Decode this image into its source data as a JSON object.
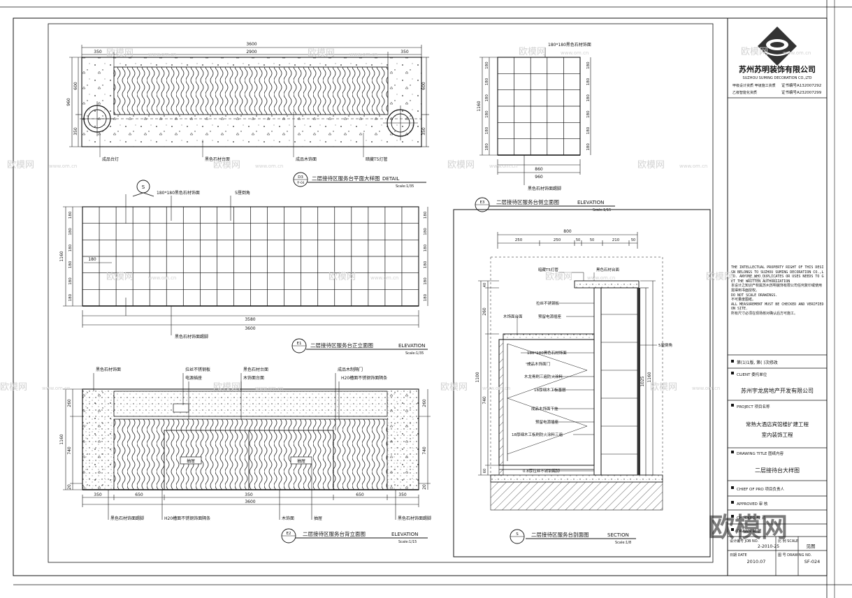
{
  "plan": {
    "title": "二层接待区服务台平面大样图",
    "title_en": "DETAIL",
    "scale": "Scale:1/35",
    "badge_top": "D3",
    "badge_bottom": "手-04",
    "dims_top": [
      "350",
      "2900",
      "350"
    ],
    "dim_total": "3600",
    "dims_left": [
      "600",
      "350"
    ],
    "dim_left_total": "960",
    "dims_right": [
      "600",
      "350"
    ],
    "labels": [
      "成品台灯",
      "黑色石材台面",
      "成品木饰面",
      "暗藏T5灯管"
    ]
  },
  "side": {
    "title": "二层接待区服务台侧立面图",
    "title_en": "ELEVATION",
    "scale": "Scale:1/15",
    "badge_top": "E3",
    "top_label": "180*180黑色石材饰面",
    "dims_left": [
      "180",
      "180",
      "180",
      "180",
      "180",
      "180"
    ],
    "dim_left_total": "1160",
    "dims_bottom": [
      "860",
      "960"
    ],
    "bottom_label": "黑色石材饰面踢脚"
  },
  "front": {
    "title": "二层接待区服务台正立面图",
    "title_en": "ELEVATION",
    "scale": "Scale:1/35",
    "badge_top": "E1",
    "marker": "S",
    "label_tile": "180*180黑色石材饰面",
    "label_corner": "5厘倒角",
    "dims_left": [
      "180",
      "180",
      "180",
      "180",
      "180",
      "180"
    ],
    "dim_left_total": "1160",
    "dim_inner": "180",
    "dim_b1": "3580",
    "dim_b2": "3600",
    "bottom_label": "黑色石材饰面踢脚"
  },
  "back": {
    "title": "二层接待区服务台背立面图",
    "title_en": "ELEVATION",
    "scale": "Scale:1/15",
    "badge_top": "E2",
    "top_labels": [
      "黑色石材饰面",
      "拉丝不锈钢板",
      "电源插座",
      "黑色石材台面",
      "木饰面台面",
      "成品木制隔门",
      "H20槽面不锈钢饰面隔条"
    ],
    "drawer_text": "抽屉",
    "dims_left": [
      "260",
      "740",
      "20"
    ],
    "dim_left_total": "1160",
    "dims_right": [
      "260",
      "740",
      "20"
    ],
    "dims_bottom": [
      "350",
      "650",
      "350",
      "650",
      "350"
    ],
    "dim_total": "3600",
    "bottom_labels": [
      "黑色石材饰面踢脚",
      "H20槽面不锈钢饰面隔条",
      "木饰面",
      "抽屉",
      "黑色石材饰面踢脚"
    ]
  },
  "section": {
    "title": "二层接待区服务台剖面图",
    "title_en": "SECTION",
    "scale": "Scale:1/8",
    "badge_top": "S",
    "dims_top": [
      "250",
      "250",
      "50",
      "50",
      "210",
      "50"
    ],
    "dim_top_total": "800",
    "dims_left": [
      "40",
      "260",
      "740",
      "60"
    ],
    "dim_left_total": "1100",
    "dims_right": [
      "1025",
      "1160"
    ],
    "labels": [
      "暗藏T5灯管",
      "黑色石材台面",
      "拉丝不锈钢板",
      "木饰面台面",
      "预留电源插座",
      "180*180黑色石材饰面",
      "成品木饰面门",
      "木龙骨刷三遍防火涂料",
      "18厚细木工板基层",
      "成品木饰面干挂",
      "预留电源插座",
      "18厚细木工板刷防火涂料三遍",
      "0.8厚拉丝不锈钢踢脚",
      "5厘倒角"
    ]
  },
  "title_block": {
    "company_cn": "苏州苏明装饰有限公司",
    "company_en": "SUZHOU SUMING DECORATION CO.,LTD",
    "cert1_label": "甲级设计资质  甲级施工资质",
    "cert1_no": "证书编号A132007292",
    "cert2_label": "乙级智能化资质",
    "cert2_no": "证书编号A232007299",
    "notice_en": "THE INTELLECTUAL PROPERTY RIGHT OF THIS DESIGN BELONGS TO SUZHOU SUMING DECORATION CO.,LTD. ANYONE WHO DUPLICATES OR USES NEEDS TO GET THE WRITTEN AUTHORIZATION",
    "notice_cn": "本设计之知识产权属苏州苏明装饰有限公司任何复印或使用需得到书面授权。",
    "noscale_en": "DO NOT SCALE DRAWINGS.",
    "noscale_cn": "不可量度图纸。",
    "verify_en": "ALL MEASUREMENT MUST BE CHECKED AND VERIFIED ON SITE.",
    "verify_cn": "所有尺寸必须在现场核对确认后方可施工。",
    "revision": "第(1)1版, 第( )次修改",
    "client_label": "CLIENT  委托单位",
    "client": "苏州宇龙房地产开发有限公司",
    "project_label": "PROJECT  项目名称",
    "project_l1": "常熟大酒店宾馆楼扩建工程",
    "project_l2": "室内装饰工程",
    "drawing_title_label": "DRAWING TITLE  图纸内容",
    "drawing_title": "二层接待台大样图",
    "chief_label": "CHIEF OF PRO  项目负责人",
    "approved_label": "APPROVED  审    核",
    "checked_label": "CHECKED  校    对",
    "drawn_label": "DRAWN  制    图",
    "job_no_label": "设计编号  JOB NO.",
    "job_no": "2-2010-25",
    "scale_label": "比 例  SCALE",
    "scale": "见图",
    "date_label": "日期  DATE",
    "date": "2010.07",
    "drawing_no_label": "图 号  DRAWING NO.",
    "drawing_no": "SF-024"
  },
  "watermarks": {
    "brand": "欧模网",
    "url": "www.om.cn",
    "big": "欧模网"
  }
}
